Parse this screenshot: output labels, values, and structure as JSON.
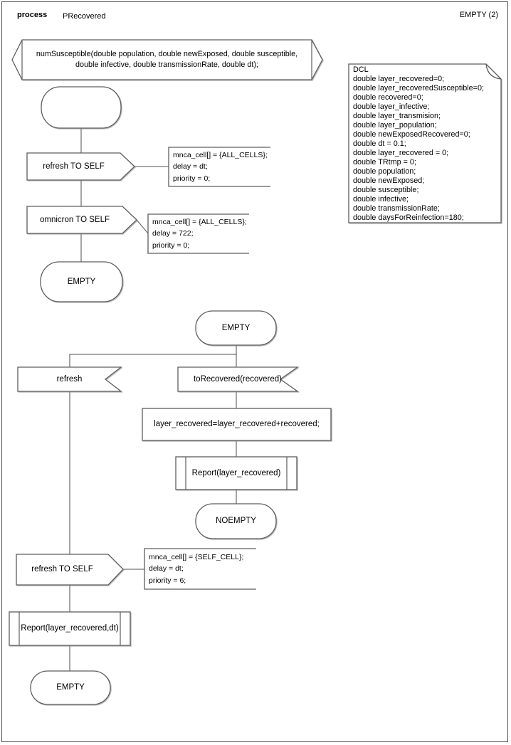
{
  "header": {
    "process_label": "process",
    "process_name": "PRecovered",
    "page_indicator": "EMPTY (2)"
  },
  "colors": {
    "shape_border": "#5d5d5d",
    "connector": "#757575",
    "text": "#000000",
    "background": "#ffffff"
  },
  "procedure_declaration": {
    "line1": "numSusceptible(double population, double newExposed, double susceptible,",
    "line2": "double infective, double transmissionRate, double dt);"
  },
  "declarations": {
    "lines": [
      "DCL",
      "double layer_recovered=0;",
      "double layer_recoveredSusceptible=0;",
      "double recovered=0;",
      "double layer_infective;",
      "double layer_transmision;",
      "double layer_population;",
      "double newExposedRecovered=0;",
      "double dt = 0.1;",
      "double layer_recovered = 0;",
      "double TRtmp = 0;",
      "double population;",
      "double newExposed;",
      "double susceptible;",
      "double infective;",
      "double transmissionRate;",
      "double daysForReinfection=180;"
    ]
  },
  "flow_top": {
    "send_refresh_label": "refresh TO SELF",
    "send_refresh_comment": [
      "mnca_cell[] = {ALL_CELLS};",
      "delay = dt;",
      "priority = 0;"
    ],
    "send_omnicron_label": "omnicron TO SELF",
    "send_omnicron_comment": [
      "mnca_cell[] = {ALL_CELLS};",
      "delay = 722;",
      "priority = 0;"
    ],
    "end_state_label": "EMPTY"
  },
  "flow_bottom": {
    "start_state_label": "EMPTY",
    "receive_refresh_label": "refresh",
    "receive_torecovered_label": "toRecovered(recovered)",
    "task_label": "layer_recovered=layer_recovered+recovered;",
    "procedure_call_label": "Report(layer_recovered)",
    "noempty_state_label": "NOEMPTY",
    "send_refresh_label": "refresh TO SELF",
    "send_refresh_comment": [
      "mnca_cell[] = {SELF_CELL};",
      "delay = dt;",
      "priority = 6;"
    ],
    "procedure_call_dt_label": "Report(layer_recovered,dt)",
    "end_state_label": "EMPTY"
  }
}
